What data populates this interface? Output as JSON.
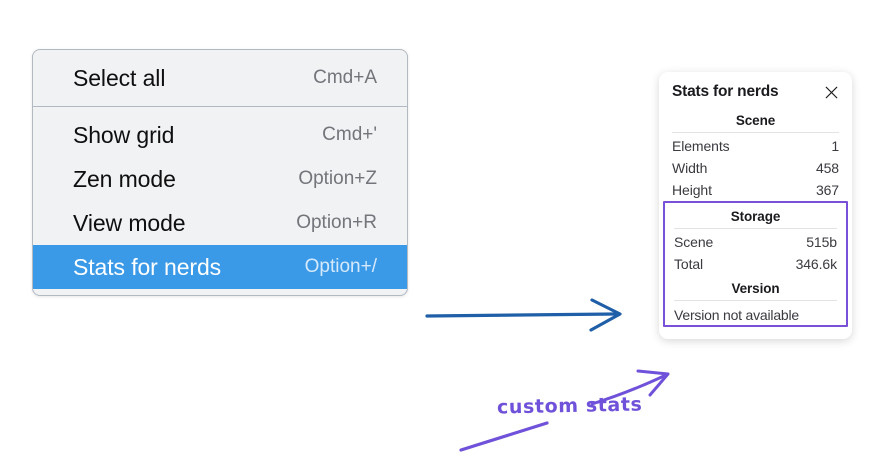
{
  "colors": {
    "menu_bg": "#f1f2f4",
    "menu_border": "#b3b9c0",
    "menu_highlight": "#3b9ae8",
    "annotation_purple": "#6f52d9",
    "annotation_blue": "#1f5fa8",
    "panel_bg": "#ffffff",
    "text_primary": "#0f0f10",
    "text_muted": "#72757a"
  },
  "context_menu": {
    "name": "context-menu",
    "sections": [
      {
        "items": [
          {
            "label": "Select all",
            "shortcut": "Cmd+A",
            "selected": false
          }
        ]
      },
      {
        "items": [
          {
            "label": "Show grid",
            "shortcut": "Cmd+'",
            "selected": false
          },
          {
            "label": "Zen mode",
            "shortcut": "Option+Z",
            "selected": false
          },
          {
            "label": "View mode",
            "shortcut": "Option+R",
            "selected": false
          },
          {
            "label": "Stats for nerds",
            "shortcut": "Option+/",
            "selected": true
          }
        ]
      }
    ]
  },
  "stats_panel": {
    "title": "Stats for nerds",
    "close_icon": "close-icon",
    "sections": [
      {
        "heading": "Scene",
        "boxed": false,
        "rows": [
          {
            "key": "Elements",
            "value": "1"
          },
          {
            "key": "Width",
            "value": "458"
          },
          {
            "key": "Height",
            "value": "367"
          }
        ]
      },
      {
        "heading": "Storage",
        "boxed": true,
        "rows": [
          {
            "key": "Scene",
            "value": "515b"
          },
          {
            "key": "Total",
            "value": "346.6k"
          }
        ]
      },
      {
        "heading": "Version",
        "boxed": true,
        "note": "Version not available"
      }
    ]
  },
  "annotations": {
    "handwritten_label": "custom stats",
    "blue_arrow": "right-arrow-to-stats-panel",
    "purple_arrow": "arrow-to-version-section",
    "purple_underline": "underline-stroke"
  }
}
